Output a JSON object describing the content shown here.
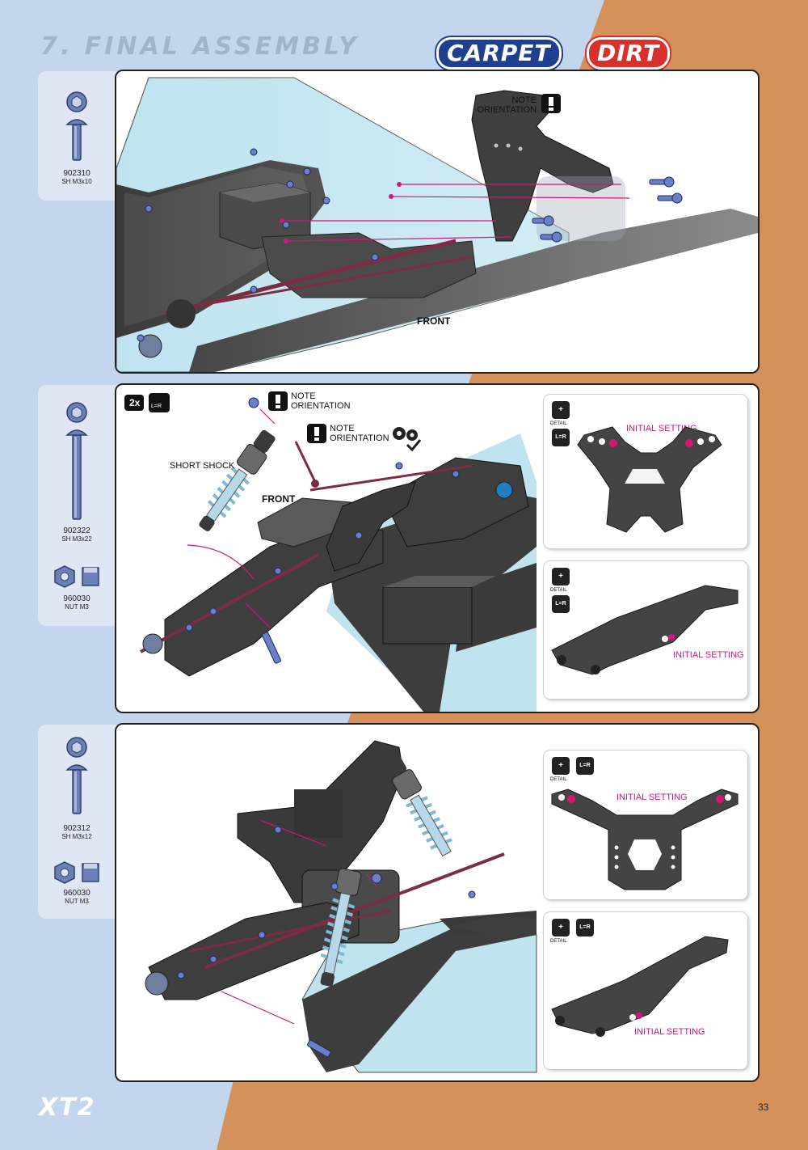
{
  "header": {
    "title": "7. FINAL ASSEMBLY",
    "badge_carpet": "CARPET",
    "badge_dirt": "DIRT"
  },
  "colors": {
    "page_blue": "#c4d6ee",
    "page_orange": "#d5915a",
    "accent_pink": "#d4167a",
    "carpet_blue": "#1f3f8f",
    "dirt_red": "#d8302b"
  },
  "step1": {
    "parts": [
      {
        "code": "902310",
        "desc": "SH M3x10",
        "icon": "button-head-screw-icon"
      }
    ],
    "note": "NOTE\nORIENTATION",
    "front_label": "FRONT"
  },
  "step2": {
    "multiplier": "2x",
    "symmetry": "L=R",
    "parts": [
      {
        "code": "902322",
        "desc": "SH M3x22",
        "icon": "button-head-screw-icon"
      },
      {
        "code": "960030",
        "desc": "NUT M3",
        "icon": "lock-nut-icon"
      }
    ],
    "note1": "NOTE\nORIENTATION",
    "note2": "NOTE\nORIENTATION",
    "shock_label": "SHORT SHOCK",
    "front_label": "FRONT",
    "detail1": {
      "tag": "DETAIL",
      "symmetry": "L=R",
      "label": "INITIAL SETTING"
    },
    "detail2": {
      "tag": "DETAIL",
      "symmetry": "L=R",
      "label": "INITIAL SETTING"
    }
  },
  "step3": {
    "parts": [
      {
        "code": "902312",
        "desc": "SH M3x12",
        "icon": "button-head-screw-icon"
      },
      {
        "code": "960030",
        "desc": "NUT M3",
        "icon": "lock-nut-icon"
      }
    ],
    "detail1": {
      "tag": "DETAIL",
      "symmetry": "L=R",
      "label": "INITIAL SETTING"
    },
    "detail2": {
      "tag": "DETAIL",
      "symmetry": "L=R",
      "label": "INITIAL SETTING"
    }
  },
  "footer": {
    "logo": "XT2",
    "page_number": "33"
  }
}
